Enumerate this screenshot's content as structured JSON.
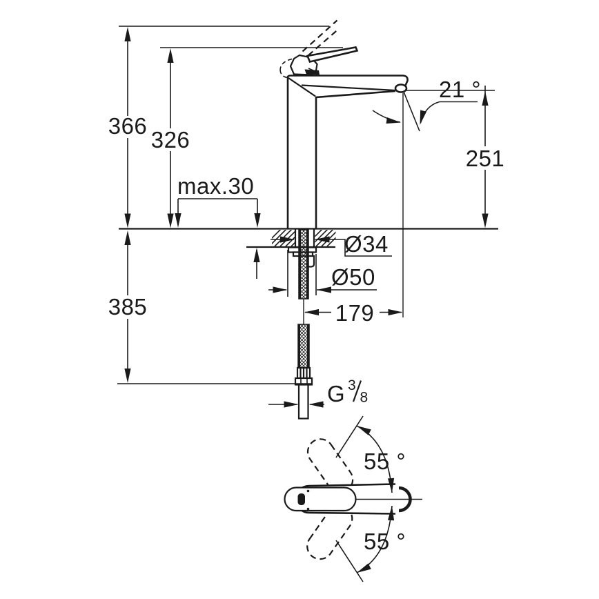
{
  "labels": {
    "total_height": "366",
    "handle_height": "326",
    "max_mount_thickness": "max.30",
    "spout_angle": "21 °",
    "spout_height": "251",
    "shank_diameter": "Ø34",
    "base_diameter": "Ø50",
    "spout_reach": "179",
    "below_deck_length": "385",
    "thread_g": "G",
    "thread_numerator": "3",
    "thread_denominator": "8",
    "swivel_upper": "55 °",
    "swivel_lower": "55 °"
  },
  "colors": {
    "ink": "#1a1a1a",
    "background": "#ffffff"
  }
}
